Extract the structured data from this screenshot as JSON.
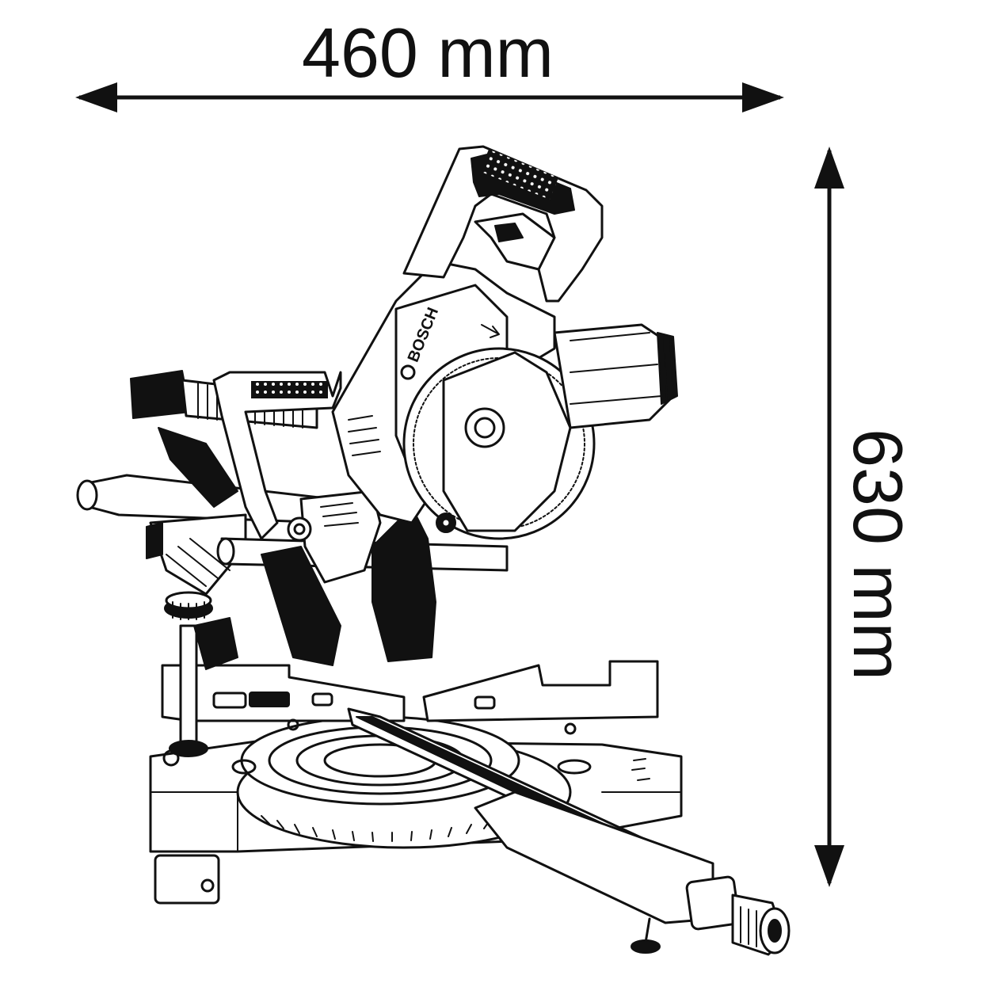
{
  "dimensions": {
    "width_label": "460 mm",
    "height_label": "630 mm"
  },
  "product": {
    "brand_mark": "BOSCH"
  },
  "colors": {
    "ink": "#111111",
    "background": "#ffffff"
  }
}
